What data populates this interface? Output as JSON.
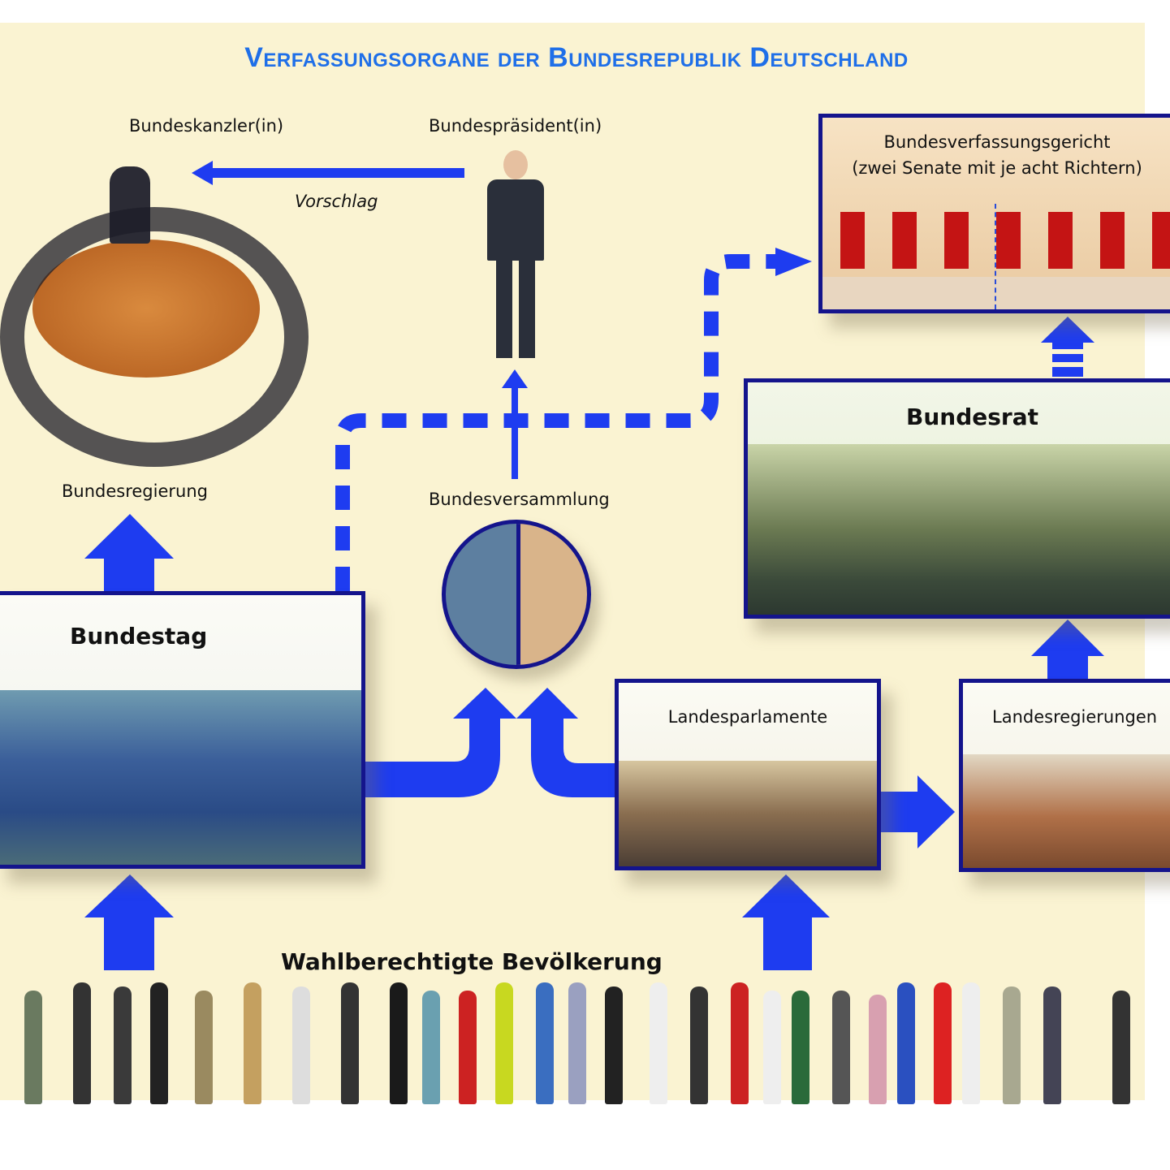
{
  "title": "Verfassungsorgane der Bundesrepublik Deutschland",
  "labels": {
    "bundeskanzler": "Bundeskanzler(in)",
    "bundespraesident": "Bundespräsident(in)",
    "vorschlag": "Vorschlag",
    "bundesregierung": "Bundesregierung",
    "bundesversammlung": "Bundesversammlung",
    "bevoelkerung": "Wahlberechtigte Bevölkerung"
  },
  "boxes": {
    "bverfg_line1": "Bundesverfassungsgericht",
    "bverfg_line2": "(zwei Senate mit je acht Richtern)",
    "bundesrat": "Bundesrat",
    "bundestag": "Bundestag",
    "landesparlamente": "Landesparlamente",
    "landesregierungen": "Landesregierungen"
  },
  "colors": {
    "arrow": "#1e3cf0",
    "border": "#14148c",
    "title": "#1f6fe8",
    "background": "#faf3d2"
  }
}
